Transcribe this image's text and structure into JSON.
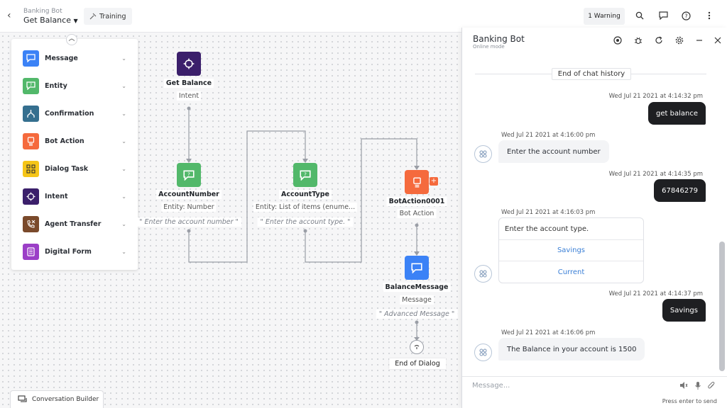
{
  "header": {
    "bot_name": "Banking Bot",
    "dialog_name": "Get Balance",
    "training_label": "Training",
    "warning_label": "1 Warning"
  },
  "palette": {
    "items": [
      {
        "label": "Message",
        "color": "#3b82f6",
        "icon": "message-icon"
      },
      {
        "label": "Entity",
        "color": "#52b86a",
        "icon": "entity-icon"
      },
      {
        "label": "Confirmation",
        "color": "#356f8f",
        "icon": "confirmation-icon"
      },
      {
        "label": "Bot Action",
        "color": "#f56a3d",
        "icon": "bot-action-icon"
      },
      {
        "label": "Dialog Task",
        "color": "#f5c518",
        "icon": "dialog-task-icon"
      },
      {
        "label": "Intent",
        "color": "#3b1f6b",
        "icon": "intent-icon"
      },
      {
        "label": "Agent Transfer",
        "color": "#7a4a2b",
        "icon": "agent-transfer-icon"
      },
      {
        "label": "Digital Form",
        "color": "#9b3fc7",
        "icon": "digital-form-icon"
      }
    ]
  },
  "flow": {
    "get_balance": {
      "name": "Get Balance",
      "sub": "Intent"
    },
    "account_number": {
      "name": "AccountNumber",
      "sub": "Entity: Number",
      "prompt": "\" Enter the account number \""
    },
    "account_type": {
      "name": "AccountType",
      "sub": "Entity: List of items (enume...",
      "prompt": "\" Enter the account type. \""
    },
    "bot_action": {
      "name": "BotAction0001",
      "sub": "Bot Action"
    },
    "balance_message": {
      "name": "BalanceMessage",
      "sub": "Message",
      "prompt": "\" Advanced Message \""
    },
    "end": {
      "label": "End of Dialog"
    }
  },
  "footer": {
    "conversation_builder": "Conversation Builder"
  },
  "chat": {
    "title": "Banking Bot",
    "status": "Online mode",
    "history_label": "End of chat history",
    "messages": [
      {
        "from": "user",
        "time": "Wed Jul 21 2021 at 4:14:32 pm",
        "text": "get balance"
      },
      {
        "from": "bot",
        "time": "Wed Jul 21 2021 at 4:16:00 pm",
        "text": "Enter the account number"
      },
      {
        "from": "user",
        "time": "Wed Jul 21 2021 at 4:14:35 pm",
        "text": "67846279"
      },
      {
        "from": "bot",
        "time": "Wed Jul 21 2021 at 4:16:03 pm",
        "text": "Enter the account type.",
        "options": [
          "Savings",
          "Current"
        ]
      },
      {
        "from": "user",
        "time": "Wed Jul 21 2021 at 4:14:37 pm",
        "text": "Savings"
      },
      {
        "from": "bot",
        "time": "Wed Jul 21 2021 at 4:16:06 pm",
        "text": "The Balance in your account is 1500"
      }
    ],
    "compose_placeholder": "Message...",
    "send_hint": "Press enter to send"
  }
}
